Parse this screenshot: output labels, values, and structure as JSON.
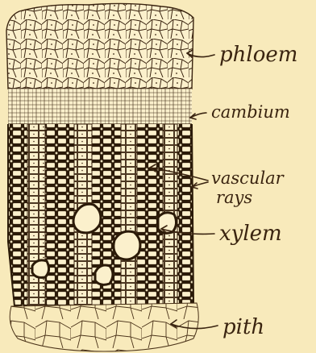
{
  "labels": {
    "phloem": "phloem",
    "cambium": "cambium",
    "vascular": "vascular",
    "rays": "rays",
    "xylem": "xylem",
    "pith": "pith"
  },
  "colors": {
    "background": "#f8eabb",
    "ink": "#3a2410",
    "cell_fill": "#fbf0cc"
  }
}
